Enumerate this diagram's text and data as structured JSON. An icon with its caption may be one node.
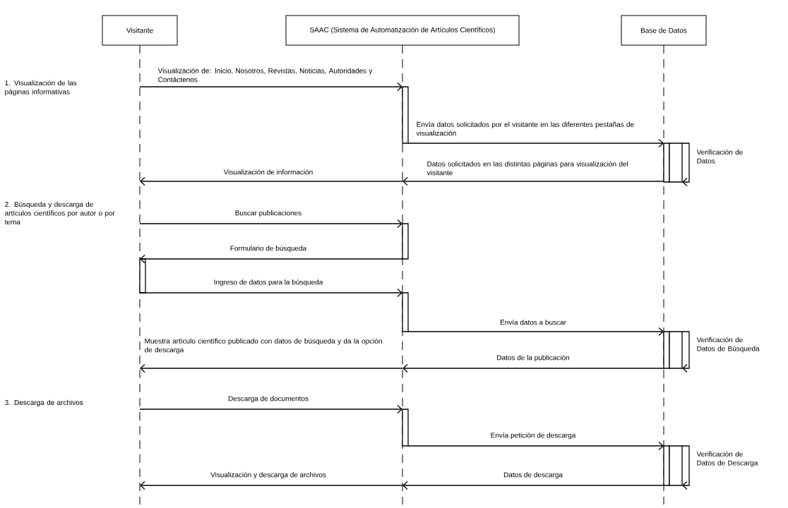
{
  "diagram": {
    "nodes": [
      {
        "text": [
          "Visitante"
        ]
      },
      {
        "text": [
          "SAAC (Sistema de Automatización de Artículos Científicos)"
        ]
      },
      {
        "text": [
          "Base de Datos"
        ]
      }
    ],
    "edges": [
      {
        "from": 0,
        "to": 1,
        "arrow": "to",
        "label": "Visualización de: Inicio, Nosotros, Revistas, Noticias, Autoridades y Contáctenos"
      },
      {
        "from": 1,
        "to": 2,
        "arrow": "to",
        "label": "Envía datos solicitados por el visitante en las diferentes pestañas de visualización"
      },
      {
        "from": 2,
        "to": 2,
        "arrow": "to",
        "label": "Verificación de Datos"
      },
      {
        "from": 2,
        "to": 1,
        "arrow": "to",
        "label": "Datos solicitados en las distintas páginas para visualización del visitante"
      },
      {
        "from": 1,
        "to": 0,
        "arrow": "to",
        "label": "Visualización de información"
      },
      {
        "from": 0,
        "to": 1,
        "arrow": "to",
        "label": "Buscar publicaciones"
      },
      {
        "from": 1,
        "to": 0,
        "arrow": "to",
        "label": "Formulario de búsqueda"
      },
      {
        "from": 0,
        "to": 1,
        "arrow": "to",
        "label": "Ingreso de datos para la búsqueda"
      },
      {
        "from": 1,
        "to": 2,
        "arrow": "to",
        "label": "Envía datos a buscar"
      },
      {
        "from": 2,
        "to": 2,
        "arrow": "to",
        "label": "Verificación de Datos de Búsqueda"
      },
      {
        "from": 2,
        "to": 1,
        "arrow": "to",
        "label": "Datos de la publicación"
      },
      {
        "from": 1,
        "to": 0,
        "arrow": "to",
        "label": "Muestra artículo científico publicado con datos de búsqueda y da la opción de descarga"
      },
      {
        "from": 0,
        "to": 1,
        "arrow": "to",
        "label": "Descarga de documentos"
      },
      {
        "from": 1,
        "to": 2,
        "arrow": "to",
        "label": "Envía petición de descarga"
      },
      {
        "from": 2,
        "to": 2,
        "arrow": "to",
        "label": "Verificación de Datos de Descarga"
      },
      {
        "from": 2,
        "to": 1,
        "arrow": "to",
        "label": "Datos de descarga"
      },
      {
        "from": 1,
        "to": 0,
        "arrow": "to",
        "label": "Visualización y descarga de archivos"
      }
    ],
    "labels": [
      "1. Visualización de las páginas informativas",
      "2. Búsqueda y descarga de artículos científicos por autor o por tema",
      "3. Descarga de archivos"
    ]
  }
}
